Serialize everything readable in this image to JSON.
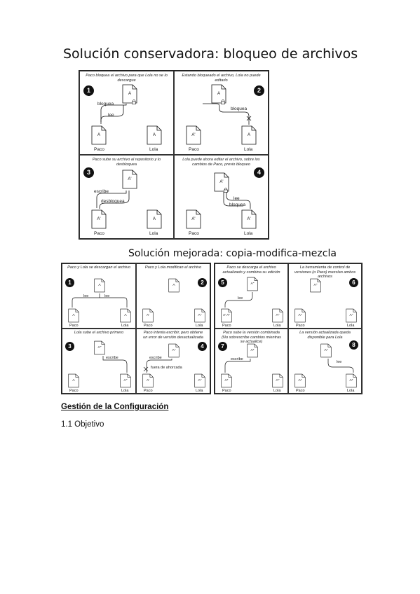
{
  "page": {
    "title1": "Solución conservadora: bloqueo de archivos",
    "title2": "Solución mejorada: copia-modifica-mezcla",
    "section_heading": "Gestión de la Configuración",
    "subsection": "1.1 Objetivo"
  },
  "fig1": {
    "cells": [
      {
        "num": "1",
        "caption": "Paco bloquea el archivo para que Lola no se lo descargue",
        "arrow_labels": [
          "bloquea",
          "lee"
        ],
        "doc_values": [
          "A",
          "A",
          "A"
        ],
        "names": [
          "Paco",
          "Lola"
        ]
      },
      {
        "num": "2",
        "caption": "Estando bloqueado el archivo, Lola no puede editarlo",
        "arrow_labels": [
          "bloquea"
        ],
        "doc_values": [
          "A",
          "A'",
          "A"
        ],
        "names": [
          "Paco",
          "Lola"
        ]
      },
      {
        "num": "3",
        "caption": "Paco sube su archivo al repositorio y lo desbloquea",
        "arrow_labels": [
          "escribe",
          "desbloquea"
        ],
        "doc_values": [
          "A'",
          "A'",
          "A"
        ],
        "names": [
          "Paco",
          "Lola"
        ]
      },
      {
        "num": "4",
        "caption": "Lola puede ahora editar el archivo, sobre los cambios de Paco, previo bloqueo",
        "arrow_labels": [
          "lee",
          "bloquea"
        ],
        "doc_values": [
          "A'",
          "A'",
          "A'"
        ],
        "names": [
          "Paco",
          "Lola"
        ]
      }
    ]
  },
  "fig2": {
    "left": [
      {
        "num": "1",
        "caption": "Paco y Lola se descargan el archivo",
        "arrow_labels": [
          "lee",
          "lee"
        ],
        "doc_values": [
          "A",
          "A",
          "A"
        ],
        "names": [
          "Paco",
          "Lola"
        ]
      },
      {
        "num": "2",
        "caption": "Paco y Lola modifican el archivo",
        "doc_values": [
          "A",
          "A'",
          "A\""
        ],
        "names": [
          "Paco",
          "Lola"
        ]
      },
      {
        "num": "3",
        "caption": "Lola sube el archivo primero",
        "arrow_labels": [
          "escribe"
        ],
        "doc_values": [
          "A\"",
          "A",
          "A\""
        ],
        "names": [
          "Paco",
          "Lola"
        ]
      },
      {
        "num": "4",
        "caption": "Paco intenta escribir, pero obtiene un error de versión desactualizada",
        "arrow_labels": [
          "escribe",
          "fuera de ahorcada"
        ],
        "doc_values": [
          "A\"",
          "A'",
          "A\""
        ],
        "names": [
          "Paco",
          "Lola"
        ]
      }
    ],
    "right": [
      {
        "num": "5",
        "caption": "Paco se descarga el archivo actualizado y combina su edición",
        "arrow_labels": [
          "lee"
        ],
        "doc_values": [
          "A\"",
          "A' A\"",
          "A\""
        ],
        "names": [
          "Paco",
          "Lola"
        ]
      },
      {
        "num": "6",
        "caption": "La herramienta de control de versiones (o Paco) mezclan ambos archivos",
        "doc_values": [
          "A\"",
          "A*",
          "A\""
        ],
        "names": [
          "Paco",
          "Lola"
        ]
      },
      {
        "num": "7",
        "caption": "Paco sube la versión combinada (No sobrescribe cambios mientras se actualice)",
        "arrow_labels": [
          "escribe"
        ],
        "doc_values": [
          "A*",
          "A*",
          "A\""
        ],
        "names": [
          "Paco",
          "Lola"
        ]
      },
      {
        "num": "8",
        "caption": "La versión actualizada queda disponible para Lola",
        "arrow_labels": [
          "lee"
        ],
        "doc_values": [
          "A*",
          "A*",
          "A*"
        ],
        "names": [
          "Paco",
          "Lola"
        ]
      }
    ]
  }
}
